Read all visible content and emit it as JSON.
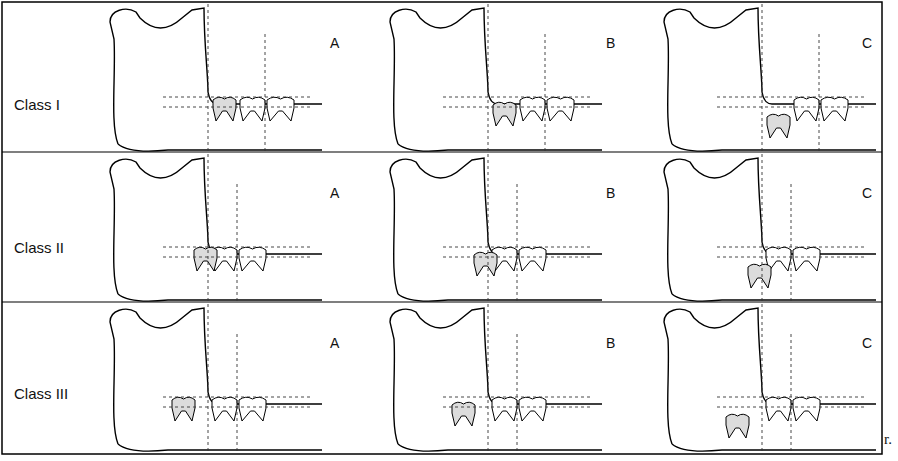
{
  "diagram": {
    "labels": [
      "Class I",
      "A",
      "B",
      "C",
      "Class II",
      "A",
      "B",
      "C",
      "Class III",
      "A",
      "B",
      "C",
      "r."
    ]
  }
}
